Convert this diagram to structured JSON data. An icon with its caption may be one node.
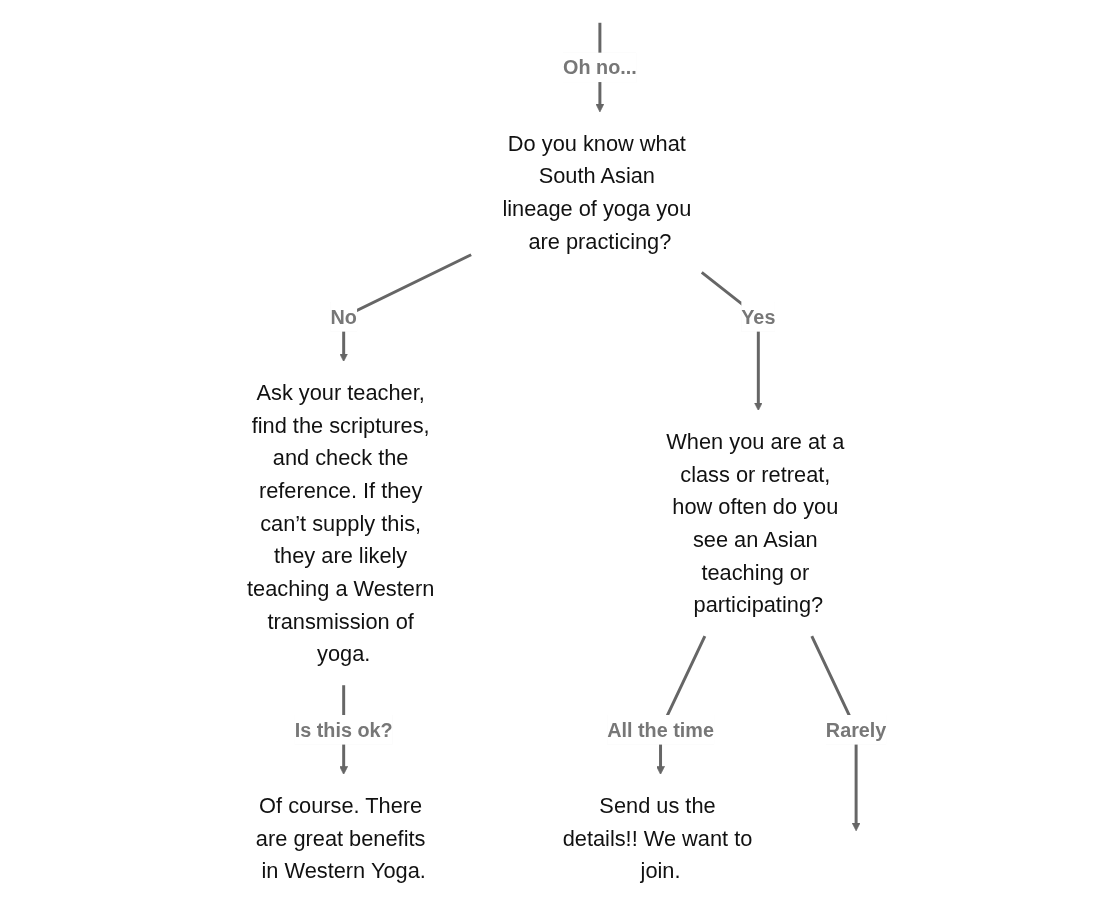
{
  "diagram": {
    "nodes": [
      {
        "text": [
          "Do you know what South Asian lineage of yoga you are practicing?"
        ]
      },
      {
        "text": [
          "When you are at a class or retreat, how often do you see an Asian teaching or participating?"
        ]
      },
      {
        "text": [
          "Ask your teacher, find the scriptures, and check the reference. If they can’t supply this, they are likely teaching a Western transmission of yoga."
        ]
      },
      {
        "text": [
          "Of course. There are great benefits in Western Yoga."
        ]
      },
      {
        "text": [
          "Send us the details!! We want to join."
        ]
      }
    ],
    "edges": [
      {
        "from": null,
        "to": 0,
        "arrow": "to",
        "label": "Oh no..."
      },
      {
        "from": 0,
        "to": 2,
        "arrow": "to",
        "label": "No"
      },
      {
        "from": 0,
        "to": 1,
        "arrow": "to",
        "label": "Yes"
      },
      {
        "from": 2,
        "to": 3,
        "arrow": "to",
        "label": "Is this ok?"
      },
      {
        "from": 1,
        "to": 4,
        "arrow": "to",
        "label": "All the time"
      },
      {
        "from": 1,
        "to": null,
        "arrow": "to",
        "label": "Rarely"
      }
    ]
  }
}
